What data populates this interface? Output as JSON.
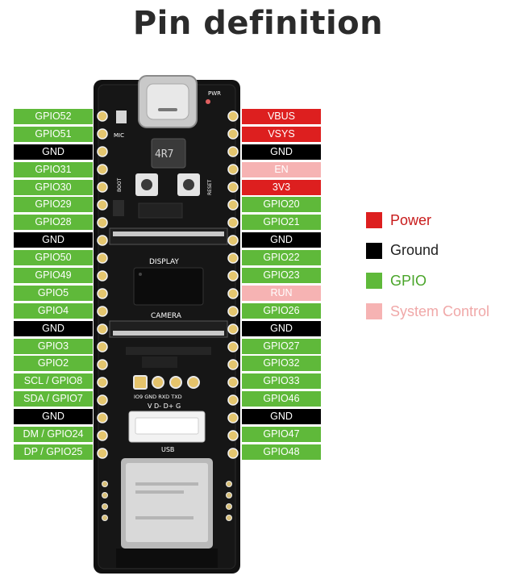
{
  "title": "Pin definition",
  "colors": {
    "power": "#dd1f1f",
    "ground": "#000000",
    "gpio": "#5fb93a",
    "system": "#f6b3b3",
    "board": "#101010"
  },
  "left_pins": [
    {
      "label": "GPIO52",
      "type": "gpio"
    },
    {
      "label": "GPIO51",
      "type": "gpio"
    },
    {
      "label": "GND",
      "type": "ground"
    },
    {
      "label": "GPIO31",
      "type": "gpio"
    },
    {
      "label": "GPIO30",
      "type": "gpio"
    },
    {
      "label": "GPIO29",
      "type": "gpio"
    },
    {
      "label": "GPIO28",
      "type": "gpio"
    },
    {
      "label": "GND",
      "type": "ground"
    },
    {
      "label": "GPIO50",
      "type": "gpio"
    },
    {
      "label": "GPIO49",
      "type": "gpio"
    },
    {
      "label": "GPIO5",
      "type": "gpio"
    },
    {
      "label": "GPIO4",
      "type": "gpio"
    },
    {
      "label": "GND",
      "type": "ground"
    },
    {
      "label": "GPIO3",
      "type": "gpio"
    },
    {
      "label": "GPIO2",
      "type": "gpio"
    },
    {
      "label": "SCL / GPIO8",
      "type": "gpio"
    },
    {
      "label": "SDA / GPIO7",
      "type": "gpio"
    },
    {
      "label": "GND",
      "type": "ground"
    },
    {
      "label": "DM / GPIO24",
      "type": "gpio"
    },
    {
      "label": "DP / GPIO25",
      "type": "gpio"
    }
  ],
  "right_pins": [
    {
      "label": "VBUS",
      "type": "power"
    },
    {
      "label": "VSYS",
      "type": "power"
    },
    {
      "label": "GND",
      "type": "ground"
    },
    {
      "label": "EN",
      "type": "system"
    },
    {
      "label": "3V3",
      "type": "power"
    },
    {
      "label": "GPIO20",
      "type": "gpio"
    },
    {
      "label": "GPIO21",
      "type": "gpio"
    },
    {
      "label": "GND",
      "type": "ground"
    },
    {
      "label": "GPIO22",
      "type": "gpio"
    },
    {
      "label": "GPIO23",
      "type": "gpio"
    },
    {
      "label": "RUN",
      "type": "system"
    },
    {
      "label": "GPIO26",
      "type": "gpio"
    },
    {
      "label": "GND",
      "type": "ground"
    },
    {
      "label": "GPIO27",
      "type": "gpio"
    },
    {
      "label": "GPIO32",
      "type": "gpio"
    },
    {
      "label": "GPIO33",
      "type": "gpio"
    },
    {
      "label": "GPIO46",
      "type": "gpio"
    },
    {
      "label": "GND",
      "type": "ground"
    },
    {
      "label": "GPIO47",
      "type": "gpio"
    },
    {
      "label": "GPIO48",
      "type": "gpio"
    }
  ],
  "legend": [
    {
      "label": "Power",
      "type": "power"
    },
    {
      "label": "Ground",
      "type": "ground"
    },
    {
      "label": "GPIO",
      "type": "gpio"
    },
    {
      "label": "System Control",
      "type": "system"
    }
  ],
  "board_labels": {
    "mic": "MIC",
    "pwr": "PWR",
    "inductor": "4R7",
    "boot": "BOOT",
    "reset": "RESET",
    "display": "DISPLAY",
    "camera": "CAMERA",
    "debug_pins": "IO9  GND  RXD  TXD",
    "usb_pins": "V D- D+ G",
    "usb": "USB"
  }
}
